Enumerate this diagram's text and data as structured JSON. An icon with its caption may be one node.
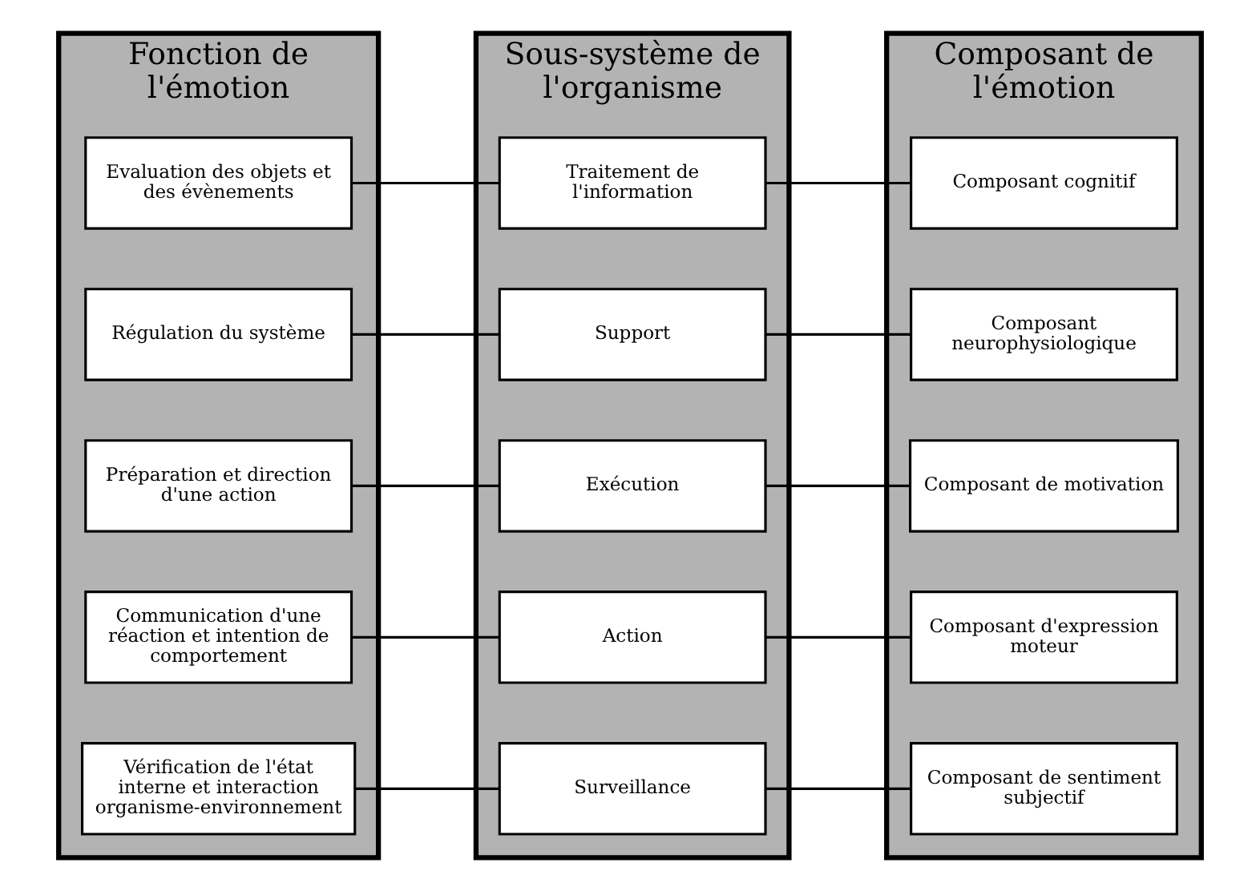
{
  "diagram": {
    "nodes": [
      {
        "text": [
          "Fonction de l'émotion"
        ]
      },
      {
        "text": [
          "Evaluation des objets et des évènements"
        ],
        "in": 0
      },
      {
        "text": [
          "Régulation du système"
        ],
        "in": 0
      },
      {
        "text": [
          "Préparation et direction d'une action"
        ],
        "in": 0
      },
      {
        "text": [
          "Communication d'une réaction et intention de comportement"
        ],
        "in": 0
      },
      {
        "text": [
          "Vérification de l'état interne et interaction organisme-environnement"
        ],
        "in": 0
      },
      {
        "text": [
          "Sous-système de l'organisme"
        ]
      },
      {
        "text": [
          "Traitement de l'information"
        ],
        "in": 6
      },
      {
        "text": [
          "Support"
        ],
        "in": 6
      },
      {
        "text": [
          "Exécution"
        ],
        "in": 6
      },
      {
        "text": [
          "Action"
        ],
        "in": 6
      },
      {
        "text": [
          "Surveillance"
        ],
        "in": 6
      },
      {
        "text": [
          "Composant de l'émotion"
        ]
      },
      {
        "text": [
          "Composant cognitif"
        ],
        "in": 12
      },
      {
        "text": [
          "Composant neurophysiologique"
        ],
        "in": 12
      },
      {
        "text": [
          "Composant de motivation"
        ],
        "in": 12
      },
      {
        "text": [
          "Composant d'expression moteur"
        ],
        "in": 12
      },
      {
        "text": [
          "Composant de sentiment subjectif"
        ],
        "in": 12
      }
    ],
    "edges": [
      {
        "from": 1,
        "to": 7,
        "arrow": "none"
      },
      {
        "from": 7,
        "to": 13,
        "arrow": "none"
      },
      {
        "from": 2,
        "to": 8,
        "arrow": "none"
      },
      {
        "from": 8,
        "to": 14,
        "arrow": "none"
      },
      {
        "from": 3,
        "to": 9,
        "arrow": "none"
      },
      {
        "from": 9,
        "to": 15,
        "arrow": "none"
      },
      {
        "from": 4,
        "to": 10,
        "arrow": "none"
      },
      {
        "from": 10,
        "to": 16,
        "arrow": "none"
      },
      {
        "from": 5,
        "to": 11,
        "arrow": "none"
      },
      {
        "from": 11,
        "to": 17,
        "arrow": "none"
      }
    ]
  }
}
